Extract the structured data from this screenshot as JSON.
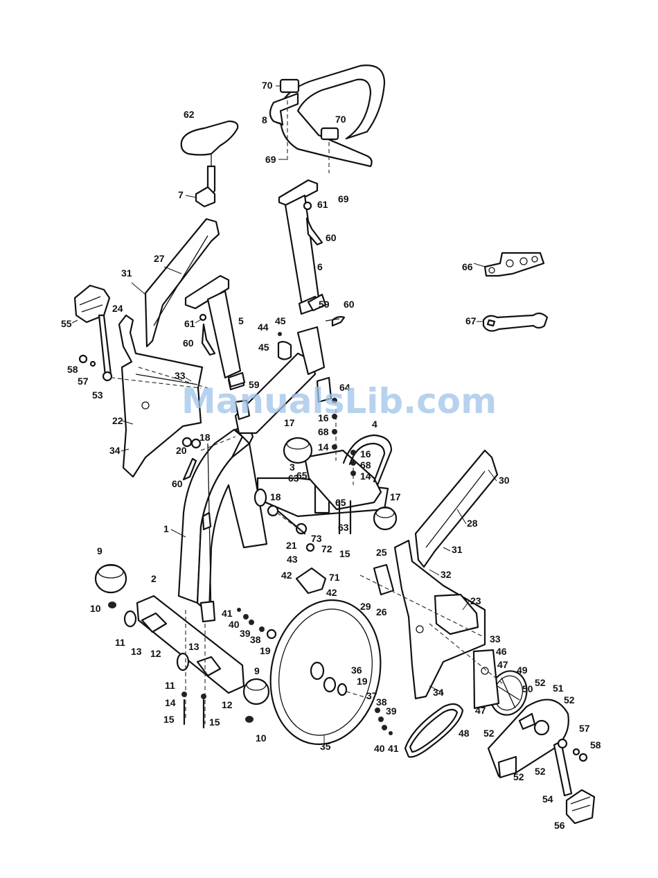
{
  "watermark": "ManualsLib.com",
  "labels": [
    "70",
    "8",
    "70",
    "69",
    "69",
    "62",
    "7",
    "61",
    "60",
    "27",
    "6",
    "31",
    "59",
    "60",
    "5",
    "61",
    "55",
    "24",
    "44",
    "45",
    "45",
    "60",
    "58",
    "57",
    "53",
    "33",
    "59",
    "64",
    "16",
    "68",
    "14",
    "17",
    "4",
    "16",
    "68",
    "14",
    "22",
    "18",
    "20",
    "34",
    "3",
    "65",
    "63",
    "60",
    "18",
    "17",
    "65",
    "63",
    "30",
    "28",
    "1",
    "21",
    "73",
    "72",
    "15",
    "25",
    "42",
    "43",
    "71",
    "42",
    "31",
    "32",
    "9",
    "2",
    "29",
    "26",
    "23",
    "10",
    "41",
    "40",
    "39",
    "38",
    "13",
    "11",
    "12",
    "19",
    "33",
    "46",
    "47",
    "49",
    "11",
    "13",
    "36",
    "52",
    "51",
    "52",
    "14",
    "12",
    "9",
    "19",
    "37",
    "38",
    "39",
    "50",
    "47",
    "15",
    "15",
    "10",
    "35",
    "40",
    "41",
    "48",
    "52",
    "57",
    "58",
    "52",
    "52",
    "54",
    "56",
    "34",
    "66",
    "67"
  ]
}
